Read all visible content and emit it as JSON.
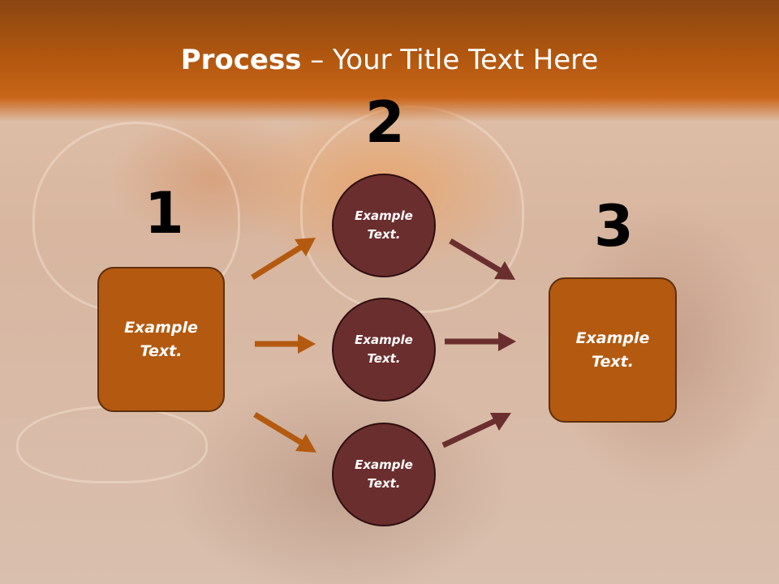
{
  "slide": {
    "title_bold": "Process",
    "title_rest": " – Your Title Text Here"
  },
  "steps": {
    "step1": {
      "number": "1",
      "text": "Example\nText."
    },
    "step2": {
      "number": "2"
    },
    "step3": {
      "number": "3",
      "text": "Example\nText."
    }
  },
  "middle_nodes": [
    {
      "text": "Example\nText."
    },
    {
      "text": "Example\nText."
    },
    {
      "text": "Example\nText."
    }
  ],
  "colors": {
    "header": "#b0560f",
    "box_fill": "#b35a10",
    "circle_fill": "#6b2e2e",
    "arrow_left": "#b35a10",
    "arrow_right": "#6b2e2e"
  }
}
